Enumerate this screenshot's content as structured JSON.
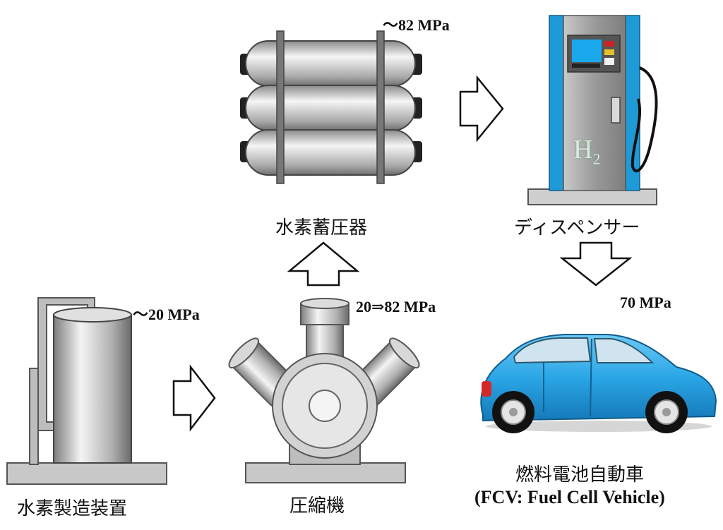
{
  "stages": {
    "producer": {
      "label": "水素製造装置",
      "pressure": "～20 MPa"
    },
    "compressor": {
      "label": "圧縮機",
      "pressure": "20⇒82 MPa"
    },
    "storage": {
      "label": "水素蓄圧器",
      "pressure": "～82 MPa"
    },
    "dispenser": {
      "label": "ディスペンサー",
      "pressure": "70 MPa",
      "symbol": "H",
      "subscript": "2"
    },
    "vehicle": {
      "label": "燃料電池自動車",
      "sublabel": "(FCV: Fuel Cell Vehicle)"
    }
  },
  "colors": {
    "metal": "#b5b5b5",
    "dispenser_blue": "#1e9ad6",
    "car_blue": "#2aa6e6"
  }
}
